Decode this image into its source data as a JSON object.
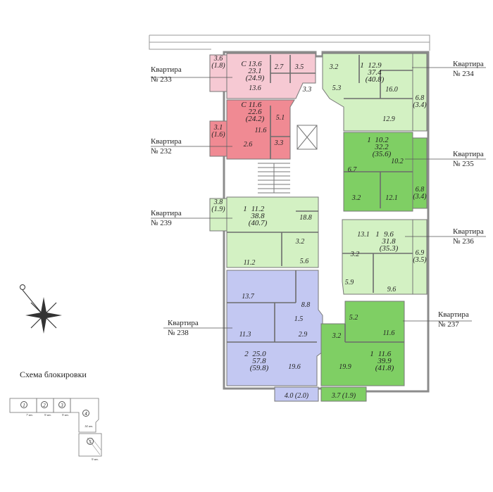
{
  "colors": {
    "pink": "#f6c9d3",
    "red": "#f08a93",
    "light_green": "#d3f1c3",
    "green": "#7fcf64",
    "blue": "#c3c8f2",
    "wall": "#8c8c8c"
  },
  "apartments": [
    {
      "id": "233",
      "title": "Квартира",
      "number": "№ 233",
      "rooms": "С",
      "area_lines": [
        "13.6",
        "23.1",
        "(24.9)"
      ],
      "rooms_areas": [
        "3.6",
        "(1.8)",
        "2.7",
        "3.5",
        "13.6",
        "3.3"
      ]
    },
    {
      "id": "232",
      "title": "Квартира",
      "number": "№ 232",
      "rooms": "С",
      "area_lines": [
        "11.6",
        "22.6",
        "(24.2)"
      ],
      "rooms_areas": [
        "3.1",
        "(1.6)",
        "5.1",
        "11.6",
        "2.6",
        "3.3"
      ]
    },
    {
      "id": "234",
      "title": "Квартира",
      "number": "№ 234",
      "rooms": "1",
      "area_lines": [
        "12.9",
        "37.4",
        "(40.8)"
      ],
      "rooms_areas": [
        "3.2",
        "5.3",
        "16.0",
        "6.8",
        "(3.4)",
        "12.9"
      ]
    },
    {
      "id": "235",
      "title": "Квартира",
      "number": "№ 235",
      "rooms": "1",
      "area_lines": [
        "10.2",
        "32.2",
        "(35.6)"
      ],
      "rooms_areas": [
        "6.7",
        "10.2",
        "3.2",
        "12.1",
        "6.8",
        "(3.4)"
      ]
    },
    {
      "id": "239",
      "title": "Квартира",
      "number": "№ 239",
      "rooms": "1",
      "area_lines": [
        "11.2",
        "38.8",
        "(40.7)"
      ],
      "rooms_areas": [
        "3.8",
        "(1.9)",
        "18.8",
        "3.2",
        "11.2",
        "5.6"
      ]
    },
    {
      "id": "236",
      "title": "Квартира",
      "number": "№ 236",
      "rooms": "1",
      "area_lines": [
        "9.6",
        "31.8",
        "(35.3)"
      ],
      "rooms_areas": [
        "13.1",
        "3.2",
        "6.9",
        "(3.5)",
        "5.9",
        "9.6"
      ]
    },
    {
      "id": "238",
      "title": "Квартира",
      "number": "№ 238",
      "rooms": "2",
      "area_lines": [
        "25.0",
        "57.8",
        "(59.8)"
      ],
      "rooms_areas": [
        "13.7",
        "8.8",
        "11.3",
        "1.5",
        "2.9",
        "19.6"
      ]
    },
    {
      "id": "237",
      "title": "Квартира",
      "number": "№ 237",
      "rooms": "1",
      "area_lines": [
        "11.6",
        "39.9",
        "(41.8)"
      ],
      "rooms_areas": [
        "5.2",
        "11.6",
        "3.2",
        "19.9"
      ]
    }
  ],
  "balconies_bottom": [
    "4.0 (2.0)",
    "3.7 (1.9)"
  ],
  "scheme": {
    "title": "Схема блокировки",
    "sections": [
      "1",
      "2",
      "3",
      "4",
      "5"
    ],
    "dims": [
      "7 эт.",
      "9 эт.",
      "9 эт.",
      "14 эт.",
      "9 эт."
    ]
  }
}
